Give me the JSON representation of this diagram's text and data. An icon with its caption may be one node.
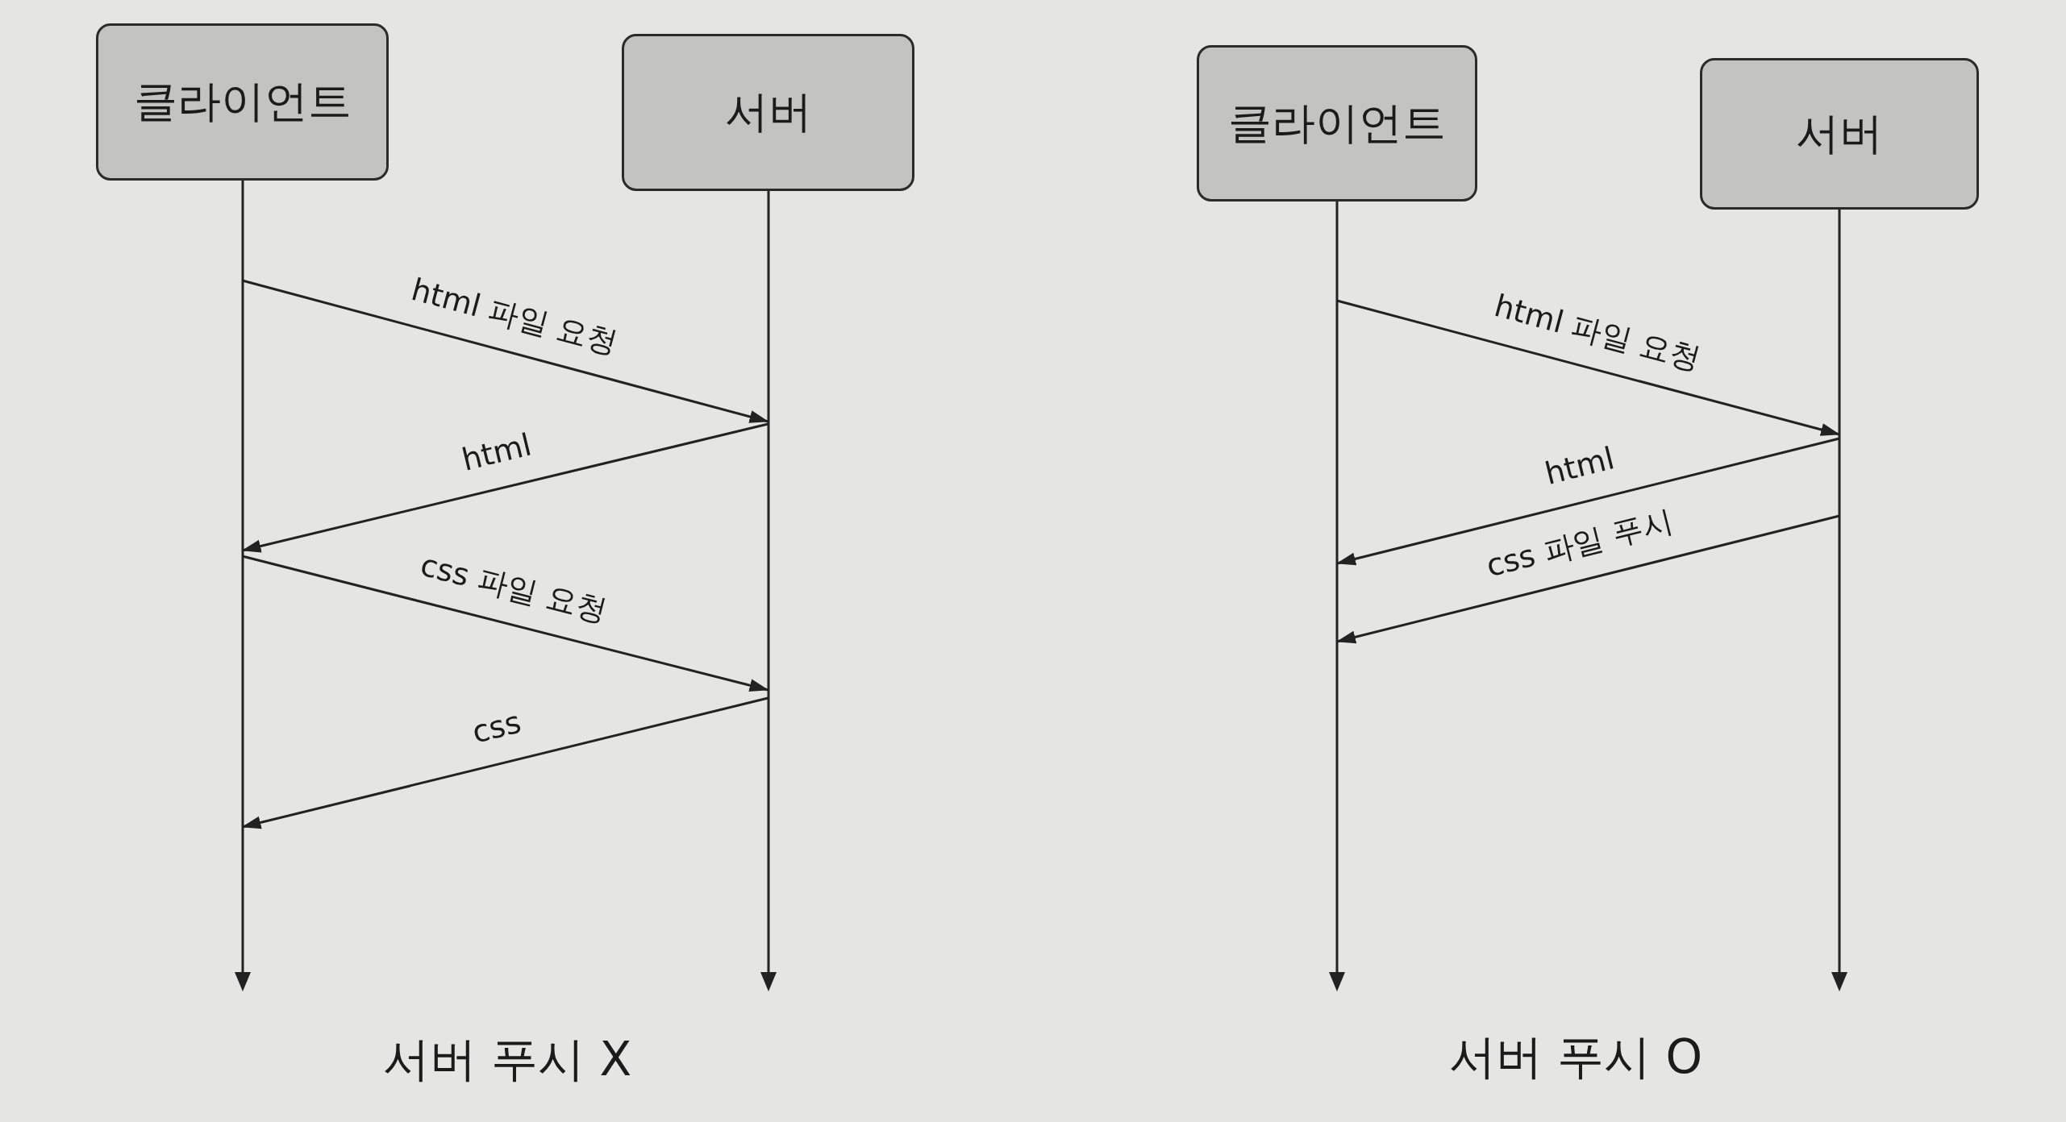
{
  "diagram": {
    "nodes": [
      {
        "text": [
          "클라이언트"
        ]
      },
      {
        "text": [
          "서버"
        ]
      },
      {
        "text": [
          "클라이언트"
        ]
      },
      {
        "text": [
          "서버"
        ]
      },
      {
        "text": [],
        "shape": "arrow"
      },
      {
        "text": [],
        "shape": "arrow"
      },
      {
        "text": [],
        "shape": "arrow"
      },
      {
        "text": [],
        "shape": "arrow"
      }
    ],
    "edges": [
      {
        "from": 4,
        "to": 5,
        "arrow": "to",
        "label": "html 파일 요청"
      },
      {
        "from": 5,
        "to": 4,
        "arrow": "to",
        "label": "html"
      },
      {
        "from": 4,
        "to": 5,
        "arrow": "to",
        "label": "css 파일 요청"
      },
      {
        "from": 5,
        "to": 4,
        "arrow": "to",
        "label": "css"
      },
      {
        "from": 6,
        "to": 7,
        "arrow": "to",
        "label": "html 파일 요청"
      },
      {
        "from": 7,
        "to": 6,
        "arrow": "to",
        "label": "html"
      },
      {
        "from": 7,
        "to": 6,
        "arrow": "to",
        "label": "css 파일 푸시"
      }
    ],
    "labels": [
      "서버 푸시 X",
      "서버 푸시 O"
    ]
  }
}
